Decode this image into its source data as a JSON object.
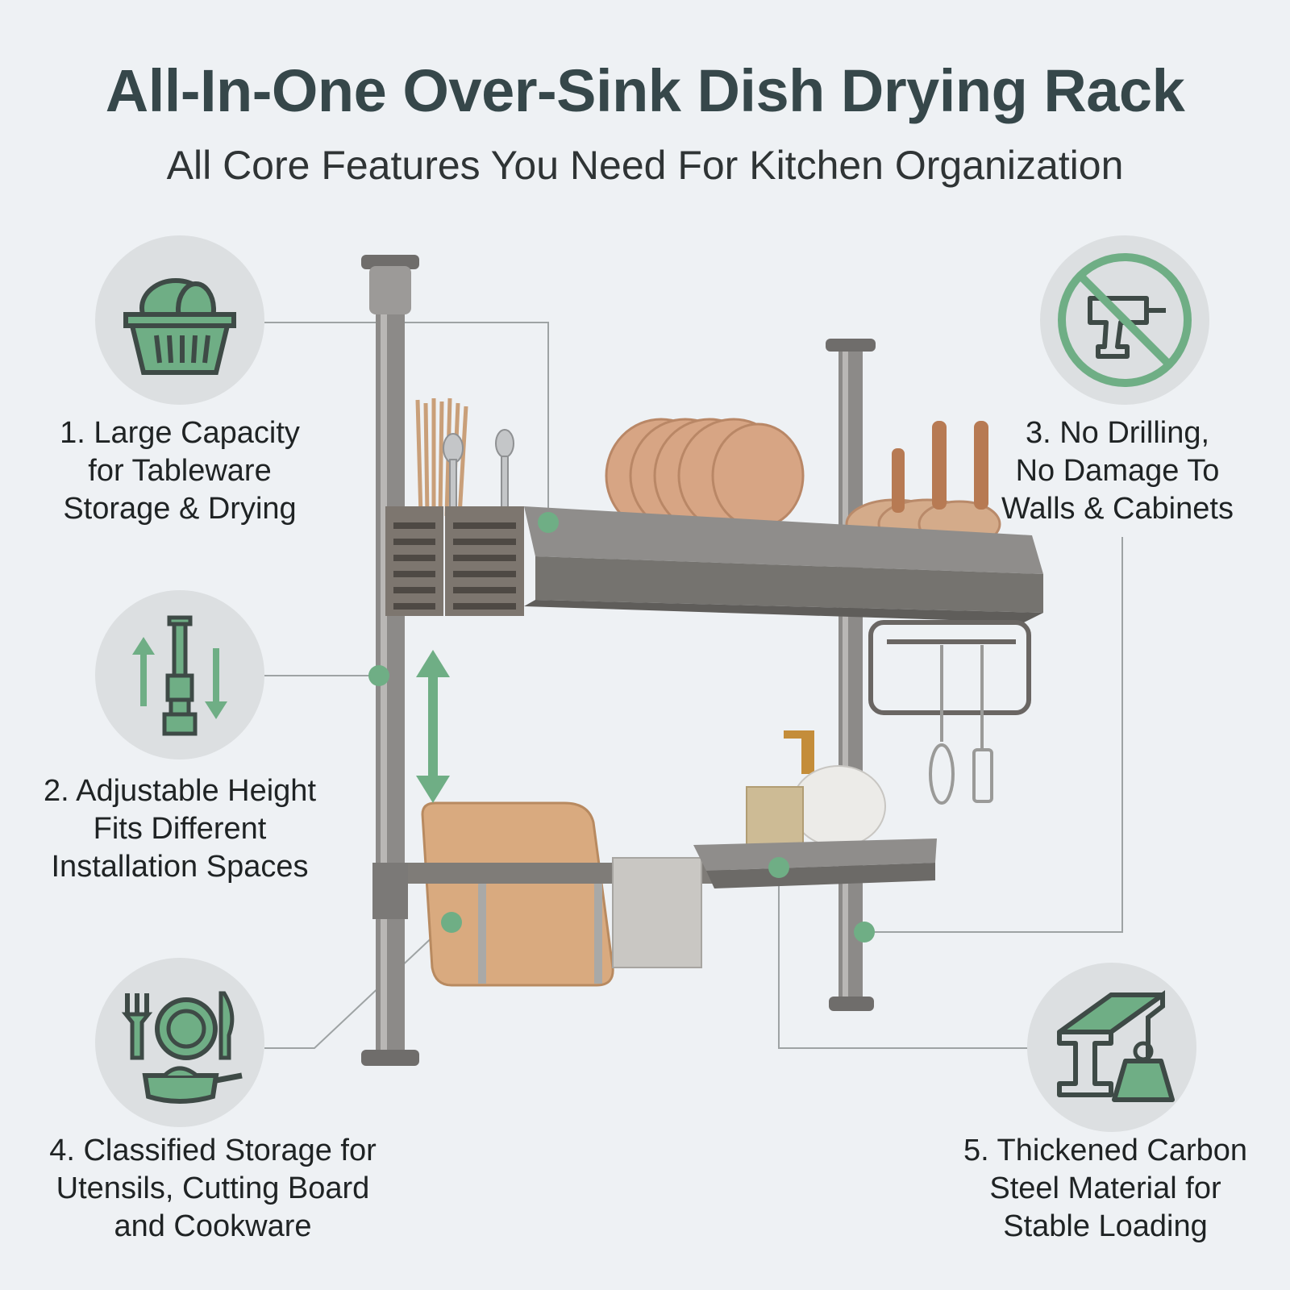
{
  "header": {
    "title": "All-In-One Over-Sink Dish Drying Rack",
    "subtitle": "All Core Features You Need For Kitchen Organization"
  },
  "features": [
    {
      "lines": [
        "1. Large Capacity",
        "for Tableware",
        "Storage & Drying"
      ],
      "icon": "dish-basket-icon"
    },
    {
      "lines": [
        "2. Adjustable Height",
        "Fits Different",
        "Installation Spaces"
      ],
      "icon": "telescopic-pole-icon"
    },
    {
      "lines": [
        "3. No Drilling,",
        "No Damage To",
        "Walls & Cabinets"
      ],
      "icon": "no-drill-icon"
    },
    {
      "lines": [
        "4. Classified Storage for",
        "Utensils, Cutting Board",
        "and Cookware"
      ],
      "icon": "utensils-cookware-icon"
    },
    {
      "lines": [
        "5. Thickened Carbon",
        "Steel Material for",
        "Stable Loading"
      ],
      "icon": "steel-beam-weight-icon"
    }
  ],
  "colors": {
    "accent_green": "#6fae85",
    "icon_stroke": "#3e4a46",
    "title": "#36474a",
    "metal": "#8a8785",
    "wood": "#d9aa7f"
  }
}
